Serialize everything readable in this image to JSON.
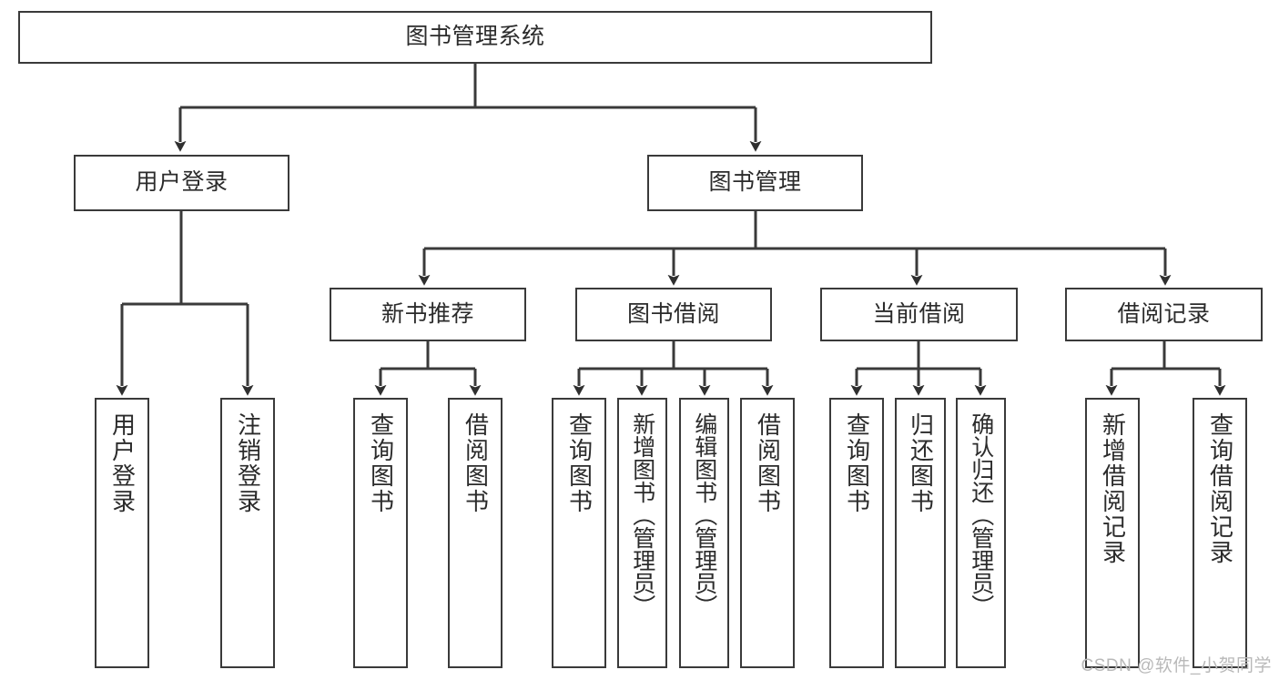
{
  "diagram": {
    "type": "tree-hierarchy",
    "title": "图书管理系统",
    "watermark": "CSDN @软件_小贺同学",
    "colors": {
      "box_border": "#3a3a3a",
      "box_fill": "#ffffff",
      "line": "#3a3a3a",
      "text": "#2b2b2b",
      "watermark": "#b9b9b9"
    },
    "levels": [
      {
        "level": 1,
        "orientation": "horizontal"
      },
      {
        "level": 2,
        "orientation": "horizontal"
      },
      {
        "level": 3,
        "orientation": "horizontal"
      },
      {
        "level": 4,
        "orientation": "vertical"
      }
    ],
    "root": {
      "label": "图书管理系统"
    },
    "level2": [
      {
        "label": "用户登录"
      },
      {
        "label": "图书管理"
      }
    ],
    "level3": [
      {
        "label": "新书推荐"
      },
      {
        "label": "图书借阅"
      },
      {
        "label": "当前借阅"
      },
      {
        "label": "借阅记录"
      }
    ],
    "leaves": {
      "user_login": [
        {
          "label": "用户登录"
        },
        {
          "label": "注销登录"
        }
      ],
      "new_book_recommend": [
        {
          "label": "查询图书"
        },
        {
          "label": "借阅图书"
        }
      ],
      "book_borrow": [
        {
          "label": "查询图书"
        },
        {
          "label": "新增图书（管理员）"
        },
        {
          "label": "编辑图书（管理员）"
        },
        {
          "label": "借阅图书"
        }
      ],
      "current_borrow": [
        {
          "label": "查询图书"
        },
        {
          "label": "归还图书"
        },
        {
          "label": "确认归还（管理员）"
        }
      ],
      "borrow_record": [
        {
          "label": "新增借阅记录"
        },
        {
          "label": "查询借阅记录"
        }
      ]
    }
  }
}
